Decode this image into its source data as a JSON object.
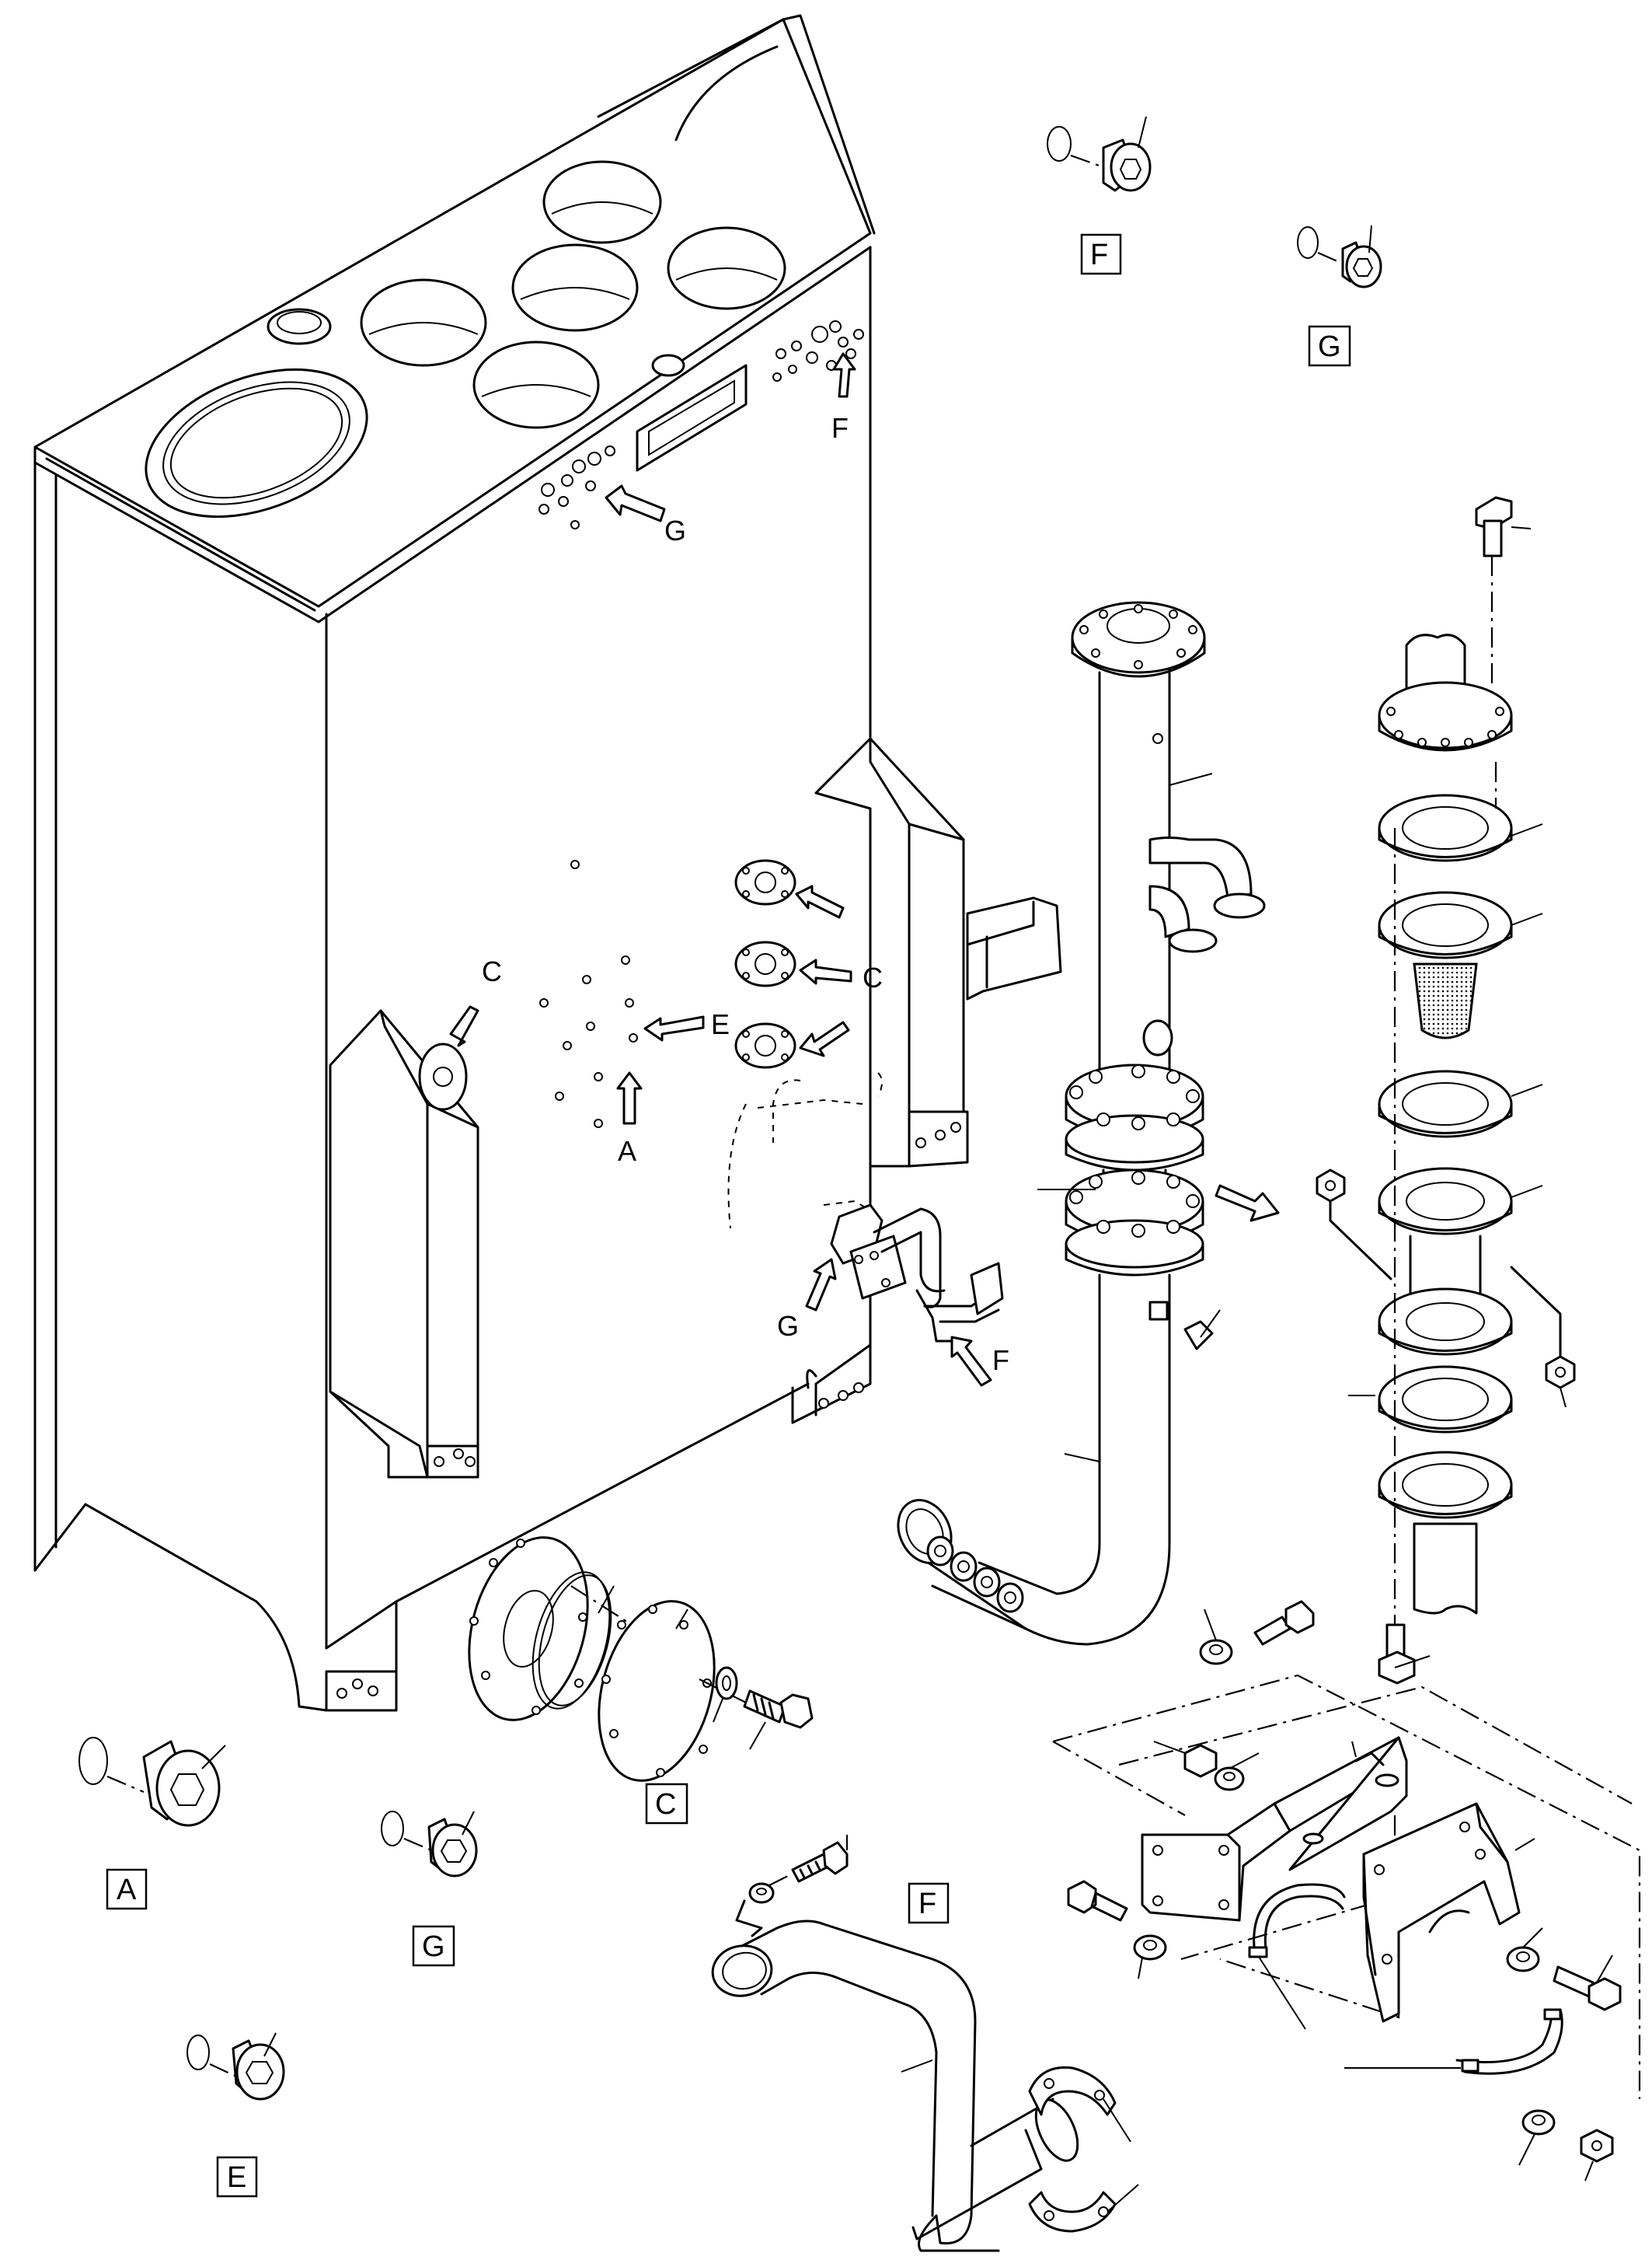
{
  "callouts": {
    "top_g": "G",
    "top_f": "F",
    "c_upper": "C",
    "c_right": "C",
    "e": "E",
    "a": "A",
    "g_low": "G",
    "f_low": "F"
  },
  "detail_labels": {
    "f_top": "F",
    "g_top": "G",
    "a": "A",
    "g_bottom": "G",
    "e": "E",
    "c": "C",
    "f_bottom": "F"
  }
}
